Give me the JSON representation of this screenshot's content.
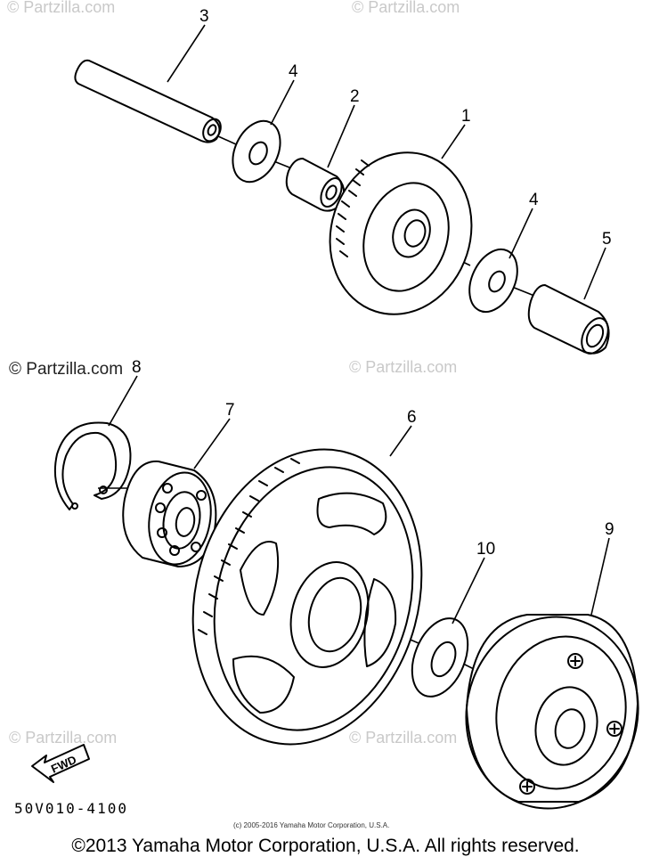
{
  "watermarks": {
    "brand": "© Partzilla.com",
    "strong": "© Partzilla.com"
  },
  "callouts": {
    "p1": "1",
    "p2": "2",
    "p3": "3",
    "p4a": "4",
    "p4b": "4",
    "p5": "5",
    "p6": "6",
    "p7": "7",
    "p8": "8",
    "p9": "9",
    "p10": "10"
  },
  "fwd_label": "FWD",
  "part_code": "50V010-4100",
  "small_copyright": "(c) 2005-2016 Yamaha Motor Corporation, U.S.A.",
  "copyright": "©2013 Yamaha Motor Corporation, U.S.A. All rights reserved."
}
